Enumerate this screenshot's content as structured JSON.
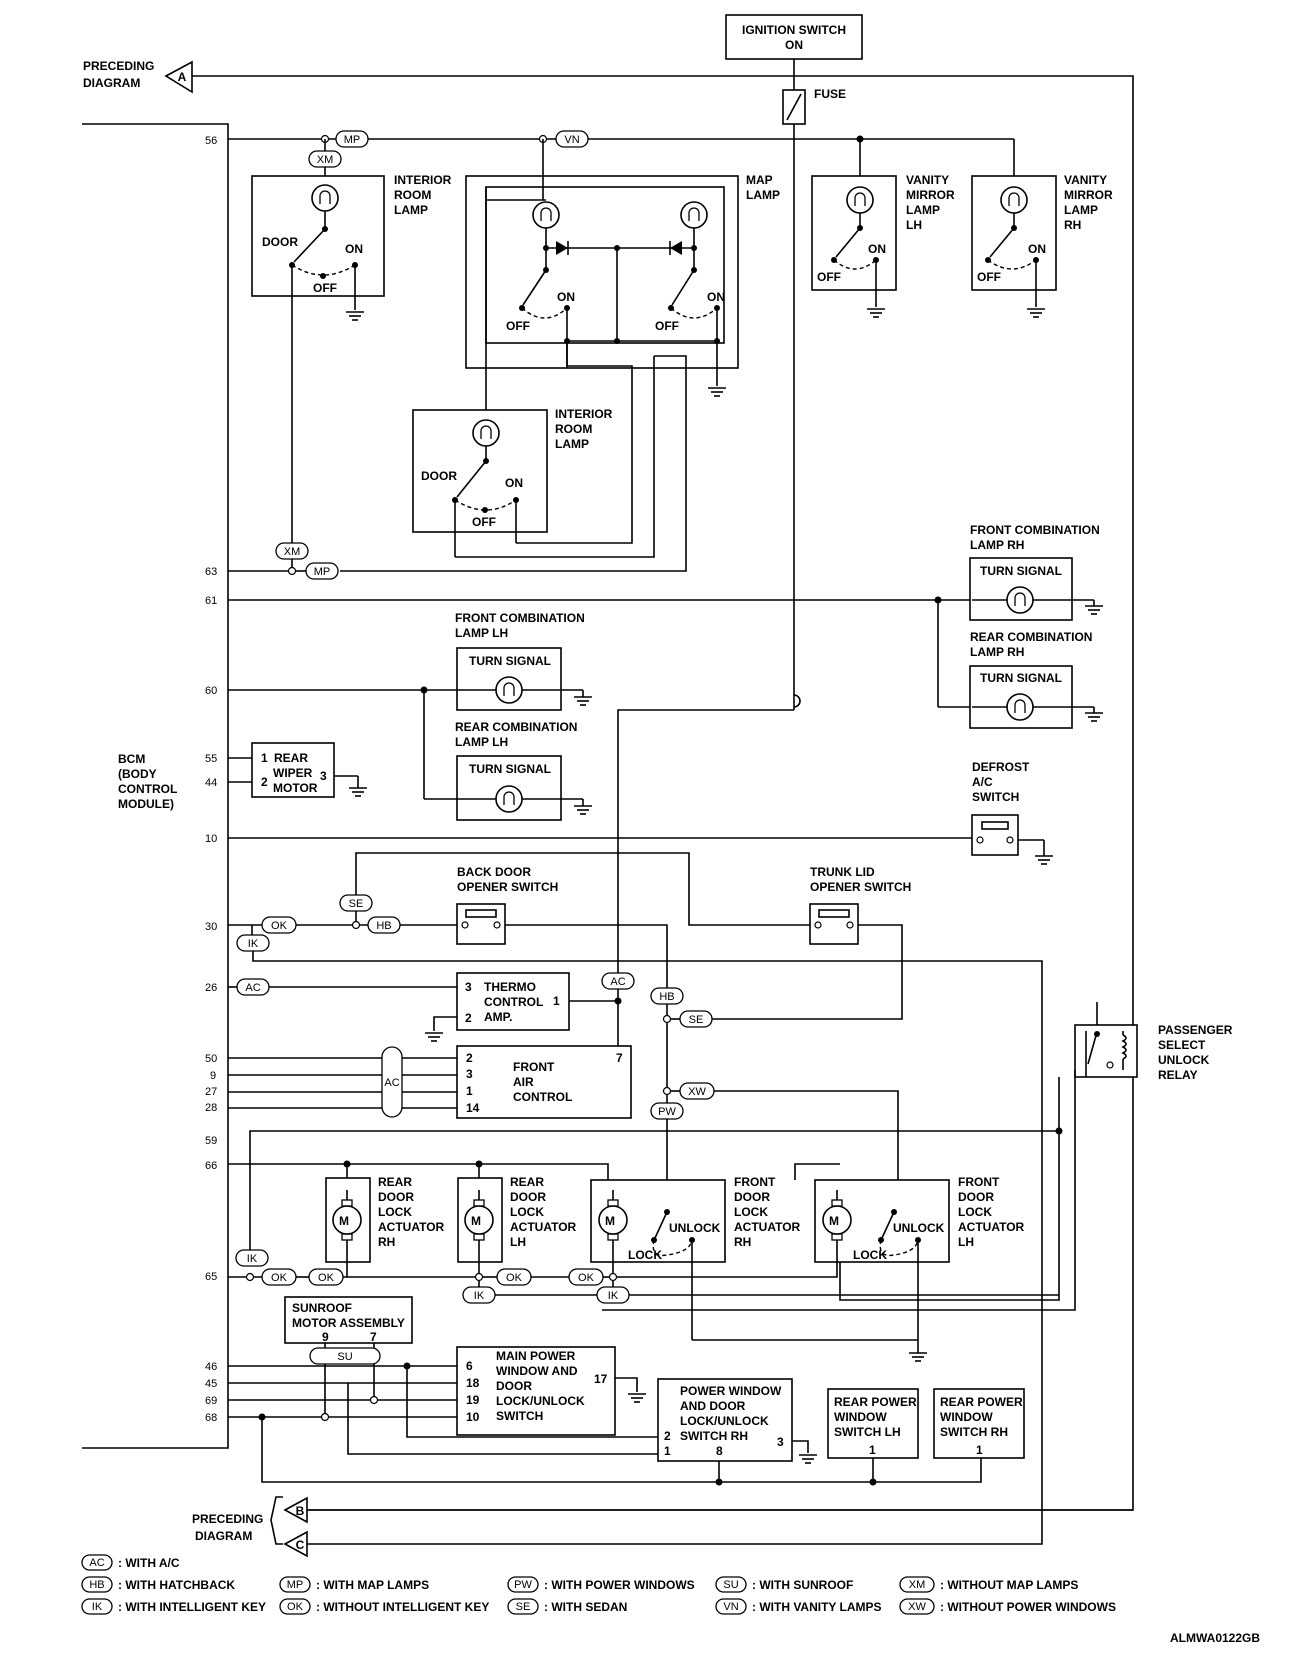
{
  "ignition": {
    "line1": "IGNITION SWITCH",
    "line2": "ON"
  },
  "fuse": "FUSE",
  "preceding": {
    "line1": "PRECEDING",
    "line2": "DIAGRAM",
    "a": "A",
    "b": "B",
    "c": "C"
  },
  "bcm": {
    "line1": "BCM",
    "line2": "(BODY",
    "line3": "CONTROL",
    "line4": "MODULE)"
  },
  "pins": {
    "p56": "56",
    "p63": "63",
    "p61": "61",
    "p60": "60",
    "p55": "55",
    "p44": "44",
    "p10": "10",
    "p30": "30",
    "p26": "26",
    "p50": "50",
    "p9": "9",
    "p27": "27",
    "p28": "28",
    "p59": "59",
    "p66": "66",
    "p65": "65",
    "p46": "46",
    "p45": "45",
    "p69": "69",
    "p68": "68"
  },
  "lamps": {
    "interior_room": {
      "l1": "INTERIOR",
      "l2": "ROOM",
      "l3": "LAMP"
    },
    "map": {
      "l1": "MAP",
      "l2": "LAMP"
    },
    "vanity_lh": {
      "l1": "VANITY",
      "l2": "MIRROR",
      "l3": "LAMP",
      "l4": "LH"
    },
    "vanity_rh": {
      "l1": "VANITY",
      "l2": "MIRROR",
      "l3": "LAMP",
      "l4": "RH"
    },
    "door": "DOOR",
    "on": "ON",
    "off": "OFF"
  },
  "front_comb_rh": {
    "l1": "FRONT COMBINATION",
    "l2": "LAMP RH"
  },
  "rear_comb_rh": {
    "l1": "REAR COMBINATION",
    "l2": "LAMP RH"
  },
  "front_comb_lh": {
    "l1": "FRONT COMBINATION",
    "l2": "LAMP LH"
  },
  "rear_comb_lh": {
    "l1": "REAR COMBINATION",
    "l2": "LAMP LH"
  },
  "turn_signal": "TURN SIGNAL",
  "wiper": {
    "l1": "REAR",
    "l2": "WIPER",
    "l3": "MOTOR",
    "n1": "1",
    "n2": "2",
    "n3": "3"
  },
  "defrost": {
    "l1": "DEFROST",
    "l2": "A/C",
    "l3": "SWITCH"
  },
  "back_door": {
    "l1": "BACK DOOR",
    "l2": "OPENER SWITCH"
  },
  "trunk_lid": {
    "l1": "TRUNK LID",
    "l2": "OPENER SWITCH"
  },
  "thermo": {
    "l1": "THERMO",
    "l2": "CONTROL",
    "l3": "AMP.",
    "n3": "3",
    "n1": "1",
    "n2": "2"
  },
  "front_air": {
    "l1": "FRONT",
    "l2": "AIR",
    "l3": "CONTROL",
    "n2": "2",
    "n3": "3",
    "n1": "1",
    "n14": "14",
    "n7": "7"
  },
  "relay": {
    "l1": "PASSENGER",
    "l2": "SELECT",
    "l3": "UNLOCK",
    "l4": "RELAY"
  },
  "rear_door_rh": {
    "l1": "REAR",
    "l2": "DOOR",
    "l3": "LOCK",
    "l4": "ACTUATOR",
    "l5": "RH"
  },
  "rear_door_lh": {
    "l1": "REAR",
    "l2": "DOOR",
    "l3": "LOCK",
    "l4": "ACTUATOR",
    "l5": "LH"
  },
  "front_door_rh": {
    "l1": "FRONT",
    "l2": "DOOR",
    "l3": "LOCK",
    "l4": "ACTUATOR",
    "l5": "RH"
  },
  "front_door_lh": {
    "l1": "FRONT",
    "l2": "DOOR",
    "l3": "LOCK",
    "l4": "ACTUATOR",
    "l5": "LH"
  },
  "motor": "M",
  "unlock": "UNLOCK",
  "lock": "LOCK",
  "sunroof": {
    "l1": "SUNROOF",
    "l2": "MOTOR ASSEMBLY",
    "n9": "9",
    "n7": "7"
  },
  "main_pw": {
    "l1": "MAIN POWER",
    "l2": "WINDOW AND",
    "l3": "DOOR",
    "l4": "LOCK/UNLOCK",
    "l5": "SWITCH",
    "n6": "6",
    "n18": "18",
    "n19": "19",
    "n10": "10",
    "n17": "17"
  },
  "pw_rh": {
    "l1": "POWER WINDOW",
    "l2": "AND DOOR",
    "l3": "LOCK/UNLOCK",
    "l4": "SWITCH RH",
    "n2": "2",
    "n1": "1",
    "n8": "8",
    "n3": "3"
  },
  "rear_pw_lh": {
    "l1": "REAR POWER",
    "l2": "WINDOW",
    "l3": "SWITCH LH",
    "n1": "1"
  },
  "rear_pw_rh": {
    "l1": "REAR POWER",
    "l2": "WINDOW",
    "l3": "SWITCH RH",
    "n1": "1"
  },
  "codes": {
    "MP": "MP",
    "VN": "VN",
    "XM": "XM",
    "OK": "OK",
    "IK": "IK",
    "SE": "SE",
    "HB": "HB",
    "AC": "AC",
    "XW": "XW",
    "PW": "PW",
    "SU": "SU"
  },
  "legend": [
    {
      "code": "AC",
      "text": ": WITH A/C"
    },
    {
      "code": "HB",
      "text": ": WITH HATCHBACK"
    },
    {
      "code": "MP",
      "text": ": WITH MAP LAMPS"
    },
    {
      "code": "PW",
      "text": ": WITH POWER WINDOWS"
    },
    {
      "code": "SU",
      "text": ": WITH SUNROOF"
    },
    {
      "code": "XM",
      "text": ": WITHOUT MAP LAMPS"
    },
    {
      "code": "IK",
      "text": ": WITH INTELLIGENT KEY"
    },
    {
      "code": "OK",
      "text": ": WITHOUT INTELLIGENT KEY"
    },
    {
      "code": "SE",
      "text": ": WITH SEDAN"
    },
    {
      "code": "VN",
      "text": ": WITH VANITY LAMPS"
    },
    {
      "code": "XW",
      "text": ": WITHOUT POWER WINDOWS"
    }
  ],
  "figure_id": "ALMWA0122GB"
}
